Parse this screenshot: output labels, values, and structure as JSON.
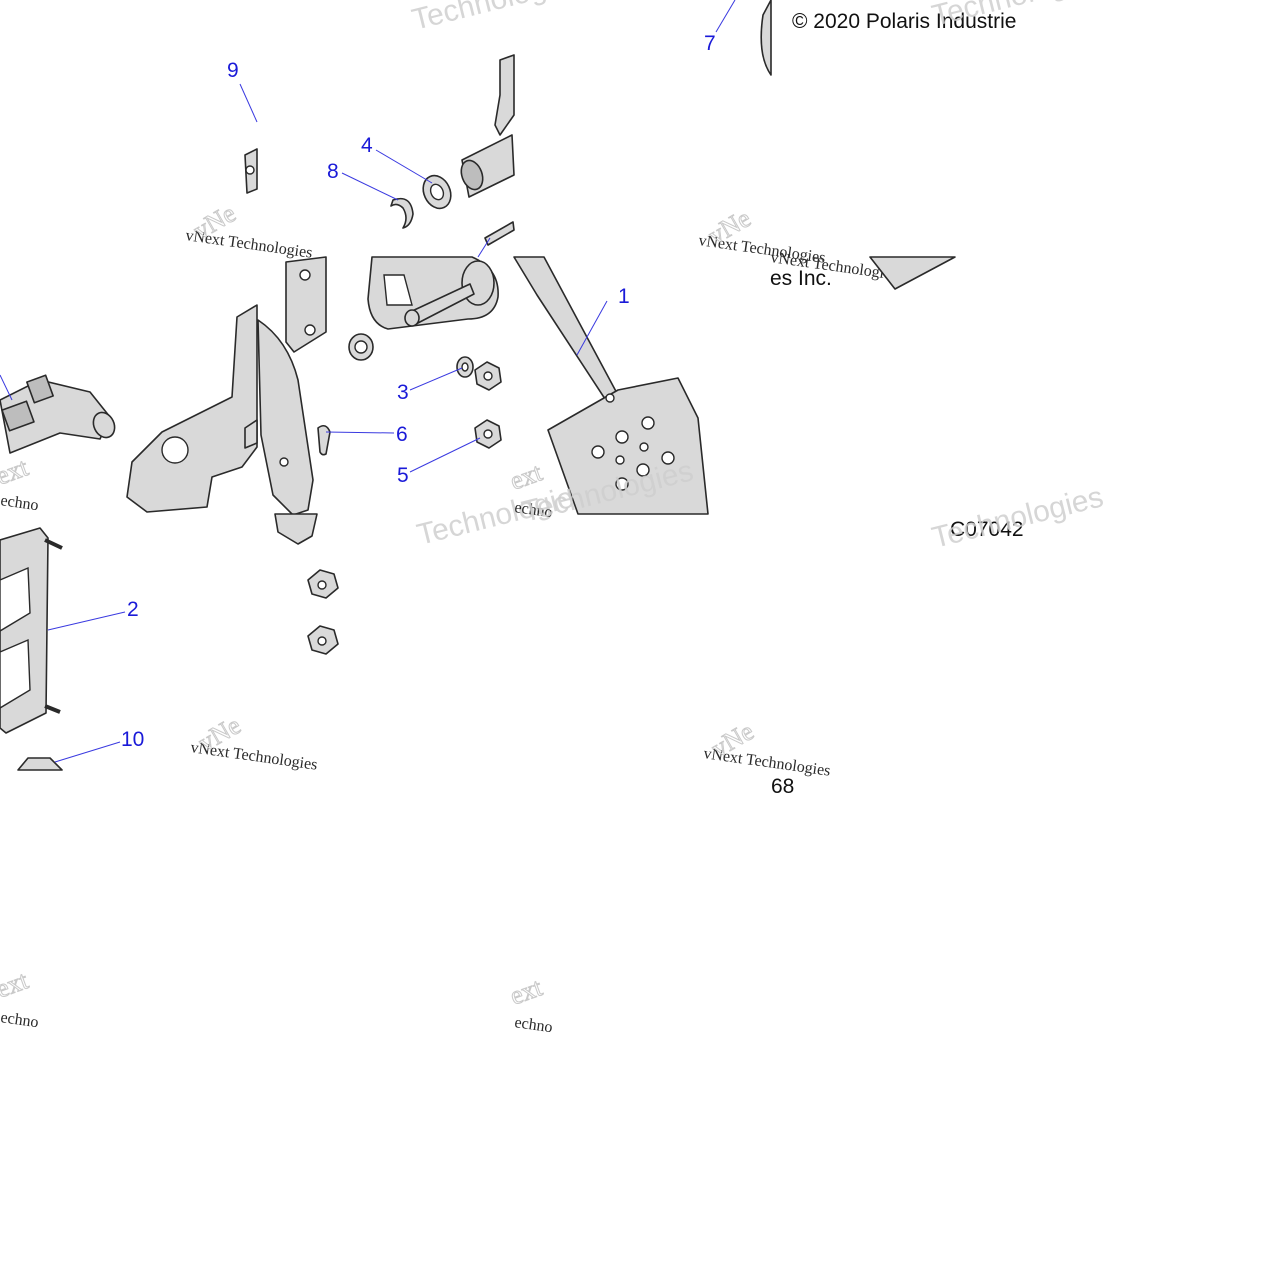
{
  "copyright_text": "© 2020 Polaris Industrie",
  "copyright_tail": "es Inc.",
  "diagram_code": "C07042",
  "page_number": "68",
  "watermarks": {
    "gray_word": "Technologies",
    "serif_line": "vNext Technologies",
    "fragment_ext": "ext",
    "fragment_techno": "echno",
    "fragment_vne": "vNe"
  },
  "callouts": [
    {
      "id": "1",
      "label": "1"
    },
    {
      "id": "2",
      "label": "2"
    },
    {
      "id": "3",
      "label": "3"
    },
    {
      "id": "4",
      "label": "4"
    },
    {
      "id": "5",
      "label": "5"
    },
    {
      "id": "6",
      "label": "6"
    },
    {
      "id": "7",
      "label": "7"
    },
    {
      "id": "8",
      "label": "8"
    },
    {
      "id": "9",
      "label": "9"
    },
    {
      "id": "10",
      "label": "10"
    }
  ],
  "colors": {
    "callout": "#1a1ad8",
    "part_fill": "#d9d9d9",
    "outline": "#2a2a2a"
  }
}
